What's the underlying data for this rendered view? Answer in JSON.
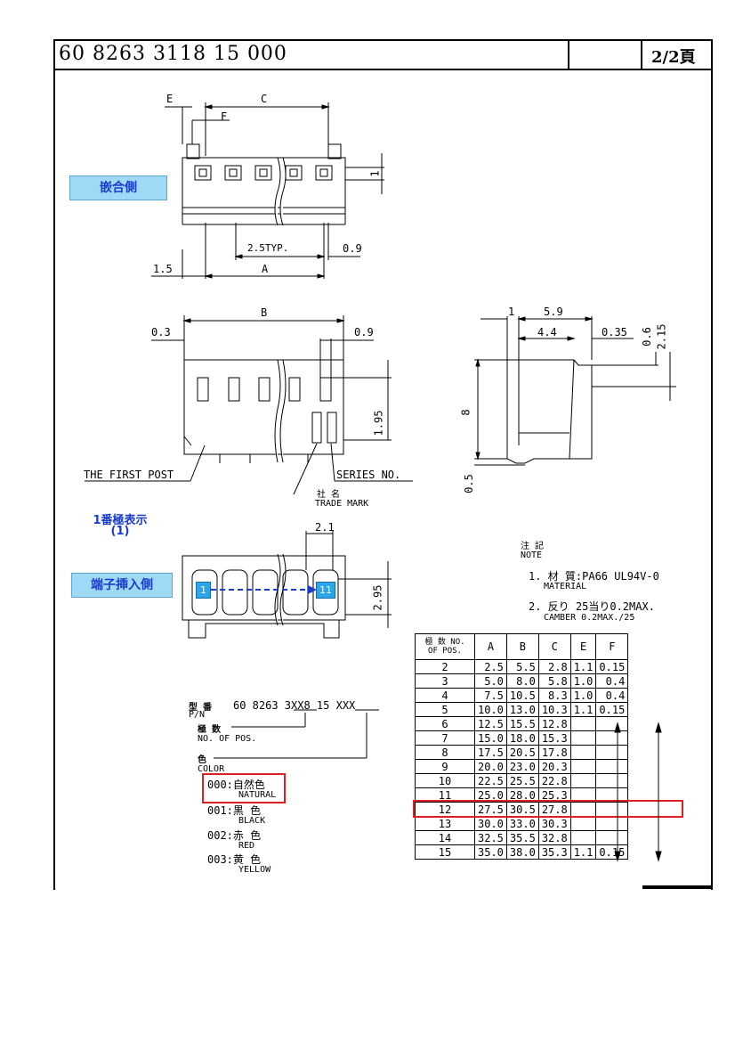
{
  "header": {
    "part_number": "60 8263 3118 15 000",
    "page": "2/2頁"
  },
  "tags": {
    "mating_side": "嵌合側",
    "terminal_side": "端子挿入側",
    "post_indicator_line1": "1番極表示",
    "post_indicator_line2": "(1)"
  },
  "dims": {
    "E": "E",
    "C": "C",
    "F": "F",
    "one": "1",
    "pitch": "2.5TYP.",
    "d09": "0.9",
    "d15": "1.5",
    "A": "A",
    "B": "B",
    "d03": "0.3",
    "d09b": "0.9",
    "d195": "1.95",
    "first_post": "THE FIRST POST",
    "series_no": "SERIES NO.",
    "trade_mark_jp": "社 名",
    "trade_mark": "TRADE MARK",
    "s1": "1",
    "s59": "5.9",
    "s44": "4.4",
    "s035": "0.35",
    "s06": "0.6",
    "s215": "2.15",
    "s8": "8",
    "s05": "0.5",
    "d21": "2.1",
    "d295": "2.95",
    "sq1": "1",
    "sq11": "11"
  },
  "notes": {
    "title_jp": "注 記",
    "title": "NOTE",
    "n1": "1. 材 質:PA66  UL94V-0",
    "n1_en": "MATERIAL",
    "n2": "2. 反り    25当り0.2MAX.",
    "n2_en": "CAMBER   0.2MAX./25"
  },
  "pn_legend": {
    "label_jp": "型 番",
    "label": "P/N",
    "code": "60 8263 3XX8 15 XXX",
    "pos_jp": "極 数",
    "pos": "NO. OF POS.",
    "color_jp": "色",
    "color": "COLOR",
    "c000": "000:自然色",
    "c000_en": "NATURAL",
    "c001": "001:黒 色",
    "c001_en": "BLACK",
    "c002": "002:赤 色",
    "c002_en": "RED",
    "c003": "003:黄 色",
    "c003_en": "YELLOW"
  },
  "table": {
    "headers": [
      "極 数 NO. OF POS.",
      "A",
      "B",
      "C",
      "E",
      "F"
    ],
    "rows": [
      [
        "2",
        "2.5",
        "5.5",
        "2.8",
        "1.1",
        "0.15"
      ],
      [
        "3",
        "5.0",
        "8.0",
        "5.8",
        "1.0",
        "0.4"
      ],
      [
        "4",
        "7.5",
        "10.5",
        "8.3",
        "1.0",
        "0.4"
      ],
      [
        "5",
        "10.0",
        "13.0",
        "10.3",
        "1.1",
        "0.15"
      ],
      [
        "6",
        "12.5",
        "15.5",
        "12.8",
        "",
        ""
      ],
      [
        "7",
        "15.0",
        "18.0",
        "15.3",
        "",
        ""
      ],
      [
        "8",
        "17.5",
        "20.5",
        "17.8",
        "",
        ""
      ],
      [
        "9",
        "20.0",
        "23.0",
        "20.3",
        "",
        ""
      ],
      [
        "10",
        "22.5",
        "25.5",
        "22.8",
        "",
        ""
      ],
      [
        "11",
        "25.0",
        "28.0",
        "25.3",
        "",
        ""
      ],
      [
        "12",
        "27.5",
        "30.5",
        "27.8",
        "",
        ""
      ],
      [
        "13",
        "30.0",
        "33.0",
        "30.3",
        "",
        ""
      ],
      [
        "14",
        "32.5",
        "35.5",
        "32.8",
        "",
        ""
      ],
      [
        "15",
        "35.0",
        "38.0",
        "35.3",
        "1.1",
        "0.15"
      ]
    ]
  }
}
